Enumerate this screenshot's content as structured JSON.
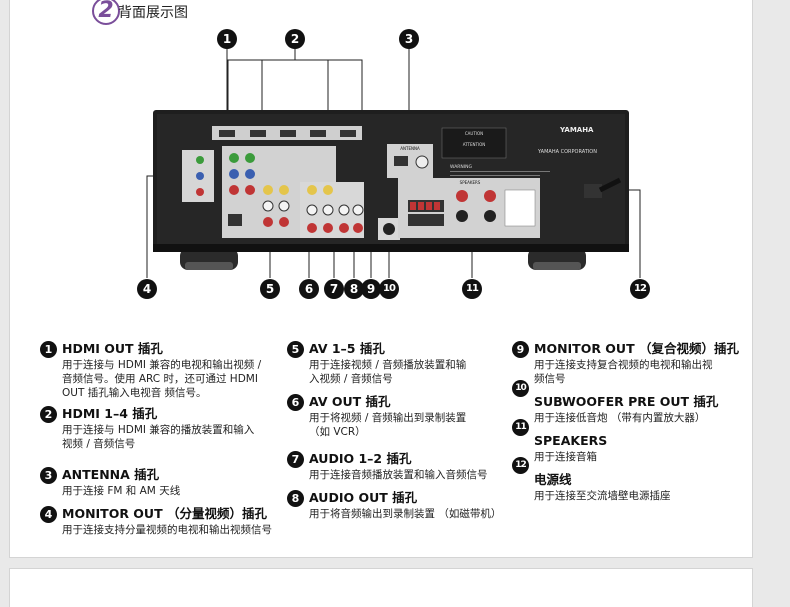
{
  "section": {
    "number": "2",
    "title": "背面展示图"
  },
  "callouts": [
    "1",
    "2",
    "3",
    "4",
    "5",
    "6",
    "7",
    "8",
    "9",
    "10",
    "11",
    "12"
  ],
  "device": {
    "brand": "YAMAHA",
    "corp": "YAMAHA CORPORATION",
    "antenna_label": "ANTENNA",
    "speakers_label": "SPEAKERS",
    "caution_label": "CAUTION",
    "attention_label": "ATTENTION",
    "warning_label": "WARNING"
  },
  "legend": [
    {
      "num": "1",
      "title": "HDMI OUT 插孔",
      "desc": [
        "用于连接与 HDMI 兼容的电视和输出视频 /",
        "音频信号。使用 ARC 时，还可通过 HDMI",
        "OUT 插孔输入电视音 频信号。"
      ]
    },
    {
      "num": "2",
      "title": "HDMI 1–4 插孔",
      "desc": [
        "用于连接与 HDMI 兼容的播放装置和输入",
        "视频 / 音频信号"
      ]
    },
    {
      "num": "3",
      "title": "ANTENNA 插孔",
      "desc": [
        "用于连接 FM 和 AM 天线"
      ]
    },
    {
      "num": "4",
      "title": "MONITOR OUT （分量视频）插孔",
      "desc": [
        "用于连接支持分量视频的电视和输出视频信号"
      ]
    },
    {
      "num": "5",
      "title": "AV 1–5 插孔",
      "desc": [
        "用于连接视频 / 音频播放装置和输",
        "入视频 / 音频信号"
      ]
    },
    {
      "num": "6",
      "title": "AV OUT 插孔",
      "desc": [
        "用于将视频 / 音频输出到录制装置",
        "（如 VCR）"
      ]
    },
    {
      "num": "7",
      "title": "AUDIO 1–2 插孔",
      "desc": [
        "用于连接音频播放装置和输入音频信号"
      ]
    },
    {
      "num": "8",
      "title": "AUDIO OUT 插孔",
      "desc": [
        "用于将音频输出到录制装置 （如磁带机）"
      ]
    },
    {
      "num": "9",
      "title": "MONITOR OUT （复合视频）插孔",
      "desc": [
        "用于连接支持复合视频的电视和输出视",
        "频信号"
      ]
    },
    {
      "num": "10",
      "title": "SUBWOOFER PRE OUT 插孔",
      "desc": [
        "用于连接低音炮 （带有内置放大器）"
      ]
    },
    {
      "num": "11",
      "title": "SPEAKERS",
      "desc": [
        "用于连接音箱"
      ]
    },
    {
      "num": "12",
      "title": "电源线",
      "desc": [
        "用于连接至交流墙壁电源插座"
      ]
    }
  ]
}
